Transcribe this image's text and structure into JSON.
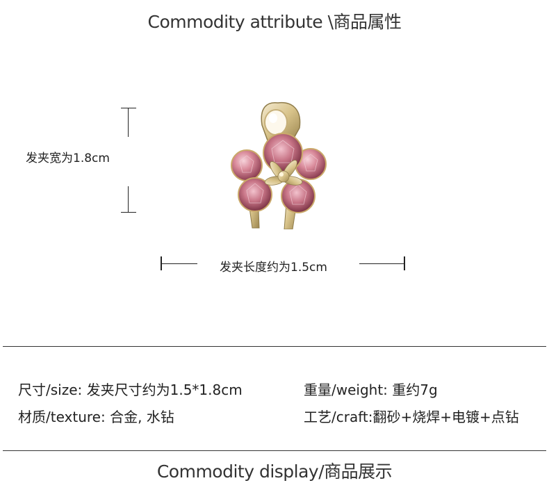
{
  "header": {
    "title": "Commodity attribute \\商品属性"
  },
  "dimensions": {
    "width_label": "发夹宽为1.8cm",
    "length_label": "发夹长度约为1.5cm"
  },
  "specs": {
    "size": "尺寸/size: 发夹尺寸约为1.5*1.8cm",
    "weight": "重量/weight: 重约7g",
    "texture": "材质/texture: 合金, 水钻",
    "craft": "工艺/craft:翻砂+烧焊+电镀+点钻"
  },
  "footer": {
    "title": "Commodity display/商品展示"
  },
  "colors": {
    "gem_pink": "#d98a9a",
    "gold": "#d8c38a"
  }
}
